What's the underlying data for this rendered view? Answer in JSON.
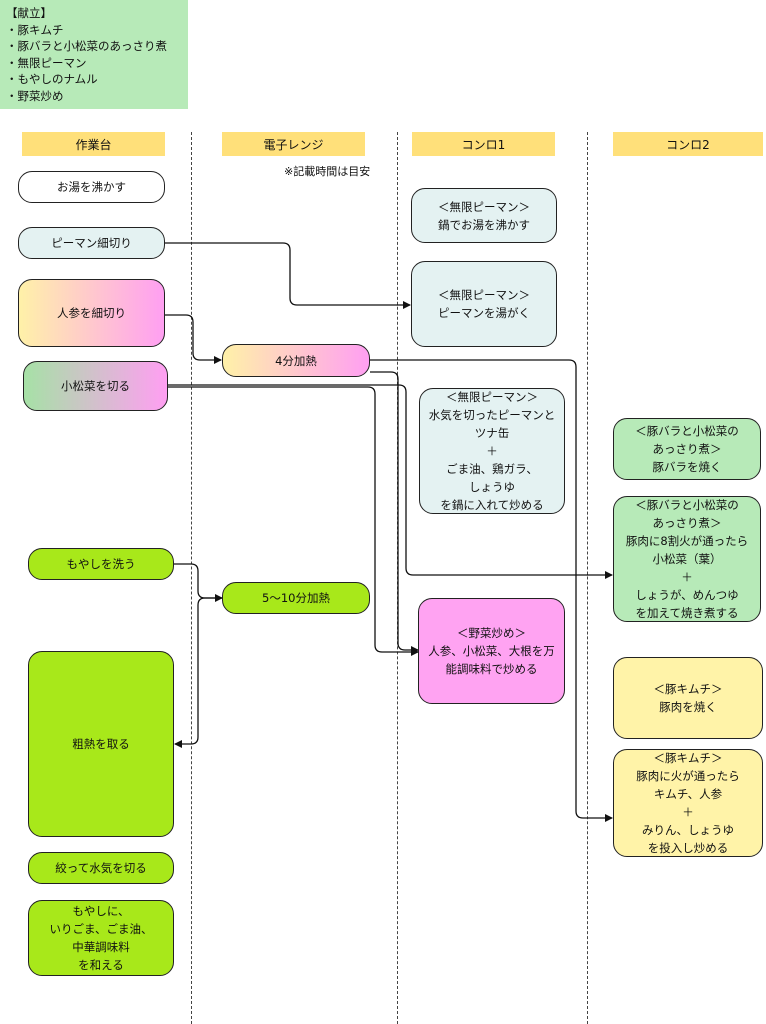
{
  "menu": {
    "title": "【献立】",
    "items": [
      "豚キムチ",
      "豚バラと小松菜のあっさり煮",
      "無限ピーマン",
      "もやしのナムル",
      "野菜炒め"
    ]
  },
  "columns": {
    "col1": "作業台",
    "col2": "電子レンジ",
    "col3": "コンロ1",
    "col4": "コンロ2"
  },
  "note": "※記載時間は目安",
  "nodes": {
    "boil_water": "お湯を沸かす",
    "cut_pepper": "ピーマン細切り",
    "cut_carrot": "人参を細切り",
    "cut_komatsuna": "小松菜を切る",
    "heat_4min": "4分加熱",
    "pepper_boil": "＜無限ピーマン＞\n鍋でお湯を沸かす",
    "pepper_blanch": "＜無限ピーマン＞\nピーマンを湯がく",
    "pepper_fry": "＜無限ピーマン＞\n水気を切ったピーマンと\nツナ缶\n＋\nごま油、鶏ガラ、\nしょうゆ\nを鍋に入れて炒める",
    "pork_bake": "＜豚バラと小松菜の\nあっさり煮＞\n豚バラを焼く",
    "pork_simmer": "＜豚バラと小松菜の\nあっさり煮＞\n豚肉に8割火が通ったら\n小松菜（葉）\n＋\nしょうが、めんつゆ\nを加えて焼き煮する",
    "wash_sprouts": "もやしを洗う",
    "heat_5_10min": "5～10分加熱",
    "veg_fry": "＜野菜炒め＞\n人参、小松菜、大根を万\n能調味料で炒める",
    "cool_down": "粗熱を取る",
    "squeeze": "絞って水気を切る",
    "dress_sprouts": "もやしに、\nいりごま、ごま油、\n中華調味料\nを和える",
    "kimchi_bake": "＜豚キムチ＞\n豚肉を焼く",
    "kimchi_fry": "＜豚キムチ＞\n豚肉に火が通ったら\nキムチ、人参\n＋\nみりん、しょうゆ\nを投入し炒める"
  }
}
